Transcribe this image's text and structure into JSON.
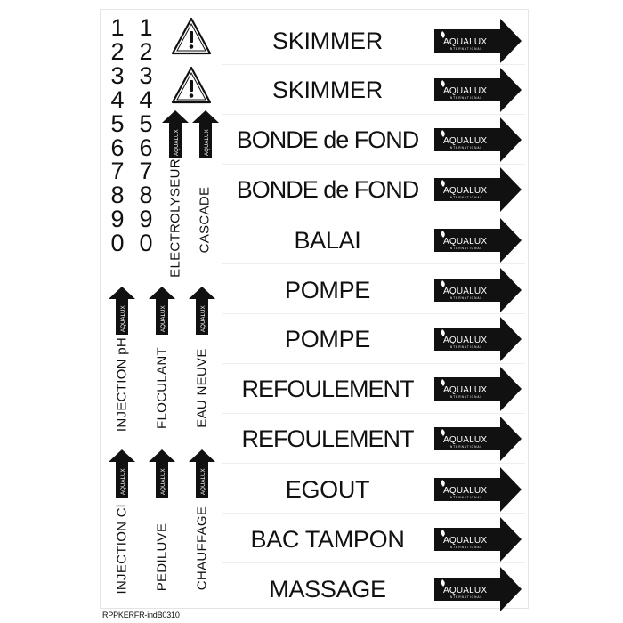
{
  "digits": [
    "1",
    "2",
    "3",
    "4",
    "5",
    "6",
    "7",
    "8",
    "9",
    "0"
  ],
  "labels": [
    "SKIMMER",
    "SKIMMER",
    "BONDE de FOND",
    "BONDE de FOND",
    "BALAI",
    "POMPE",
    "POMPE",
    "REFOULEMENT",
    "REFOULEMENT",
    "EGOUT",
    "BAC TAMPON",
    "MASSAGE"
  ],
  "brand": "AQUALUX",
  "brand_sub": "INTERNATIONAL",
  "vertical_top": [
    "ELECTROLYSEUR",
    "CASCADE"
  ],
  "vertical_mid": [
    "INJECTION pH",
    "FLOCULANT",
    "EAU NEUVE"
  ],
  "vertical_bot": [
    "INJECTION Cl",
    "PEDILUVE",
    "CHAUFFAGE"
  ],
  "footer": "RPPKERFR-indB0310",
  "colors": {
    "arrow": "#111111",
    "text": "#111111",
    "paper": "#ffffff"
  }
}
